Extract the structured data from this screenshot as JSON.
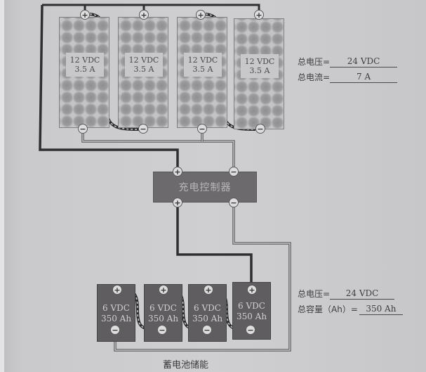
{
  "panels": [
    {
      "voltage": "12 VDC",
      "current": "3.5 A"
    },
    {
      "voltage": "12 VDC",
      "current": "3.5 A"
    },
    {
      "voltage": "12 VDC",
      "current": "3.5 A"
    },
    {
      "voltage": "12 VDC",
      "current": "3.5 A"
    }
  ],
  "terminals": {
    "positive": "+",
    "negative": "−"
  },
  "panel_summary": {
    "voltage_label": "总电压=",
    "voltage_value": "24 VDC",
    "current_label": "总电流=",
    "current_value": "7 A"
  },
  "controller": {
    "label": "充电控制器"
  },
  "batteries": [
    {
      "voltage": "6 VDC",
      "capacity": "350 Ah"
    },
    {
      "voltage": "6 VDC",
      "capacity": "350 Ah"
    },
    {
      "voltage": "6 VDC",
      "capacity": "350 Ah"
    },
    {
      "voltage": "6 VDC",
      "capacity": "350 Ah"
    }
  ],
  "battery_summary": {
    "voltage_label": "总电压=",
    "voltage_value": "24 VDC",
    "capacity_label": "总容量（Ah）=",
    "capacity_value": "350 Ah"
  },
  "battery_caption": "蓄电池储能",
  "colors": {
    "positive_wire": "#2f2f31",
    "negative_wire": "#6a6a6c",
    "controller": "#6c6a6c",
    "battery": "#5f5d60",
    "panel": "#a9a9ab"
  }
}
